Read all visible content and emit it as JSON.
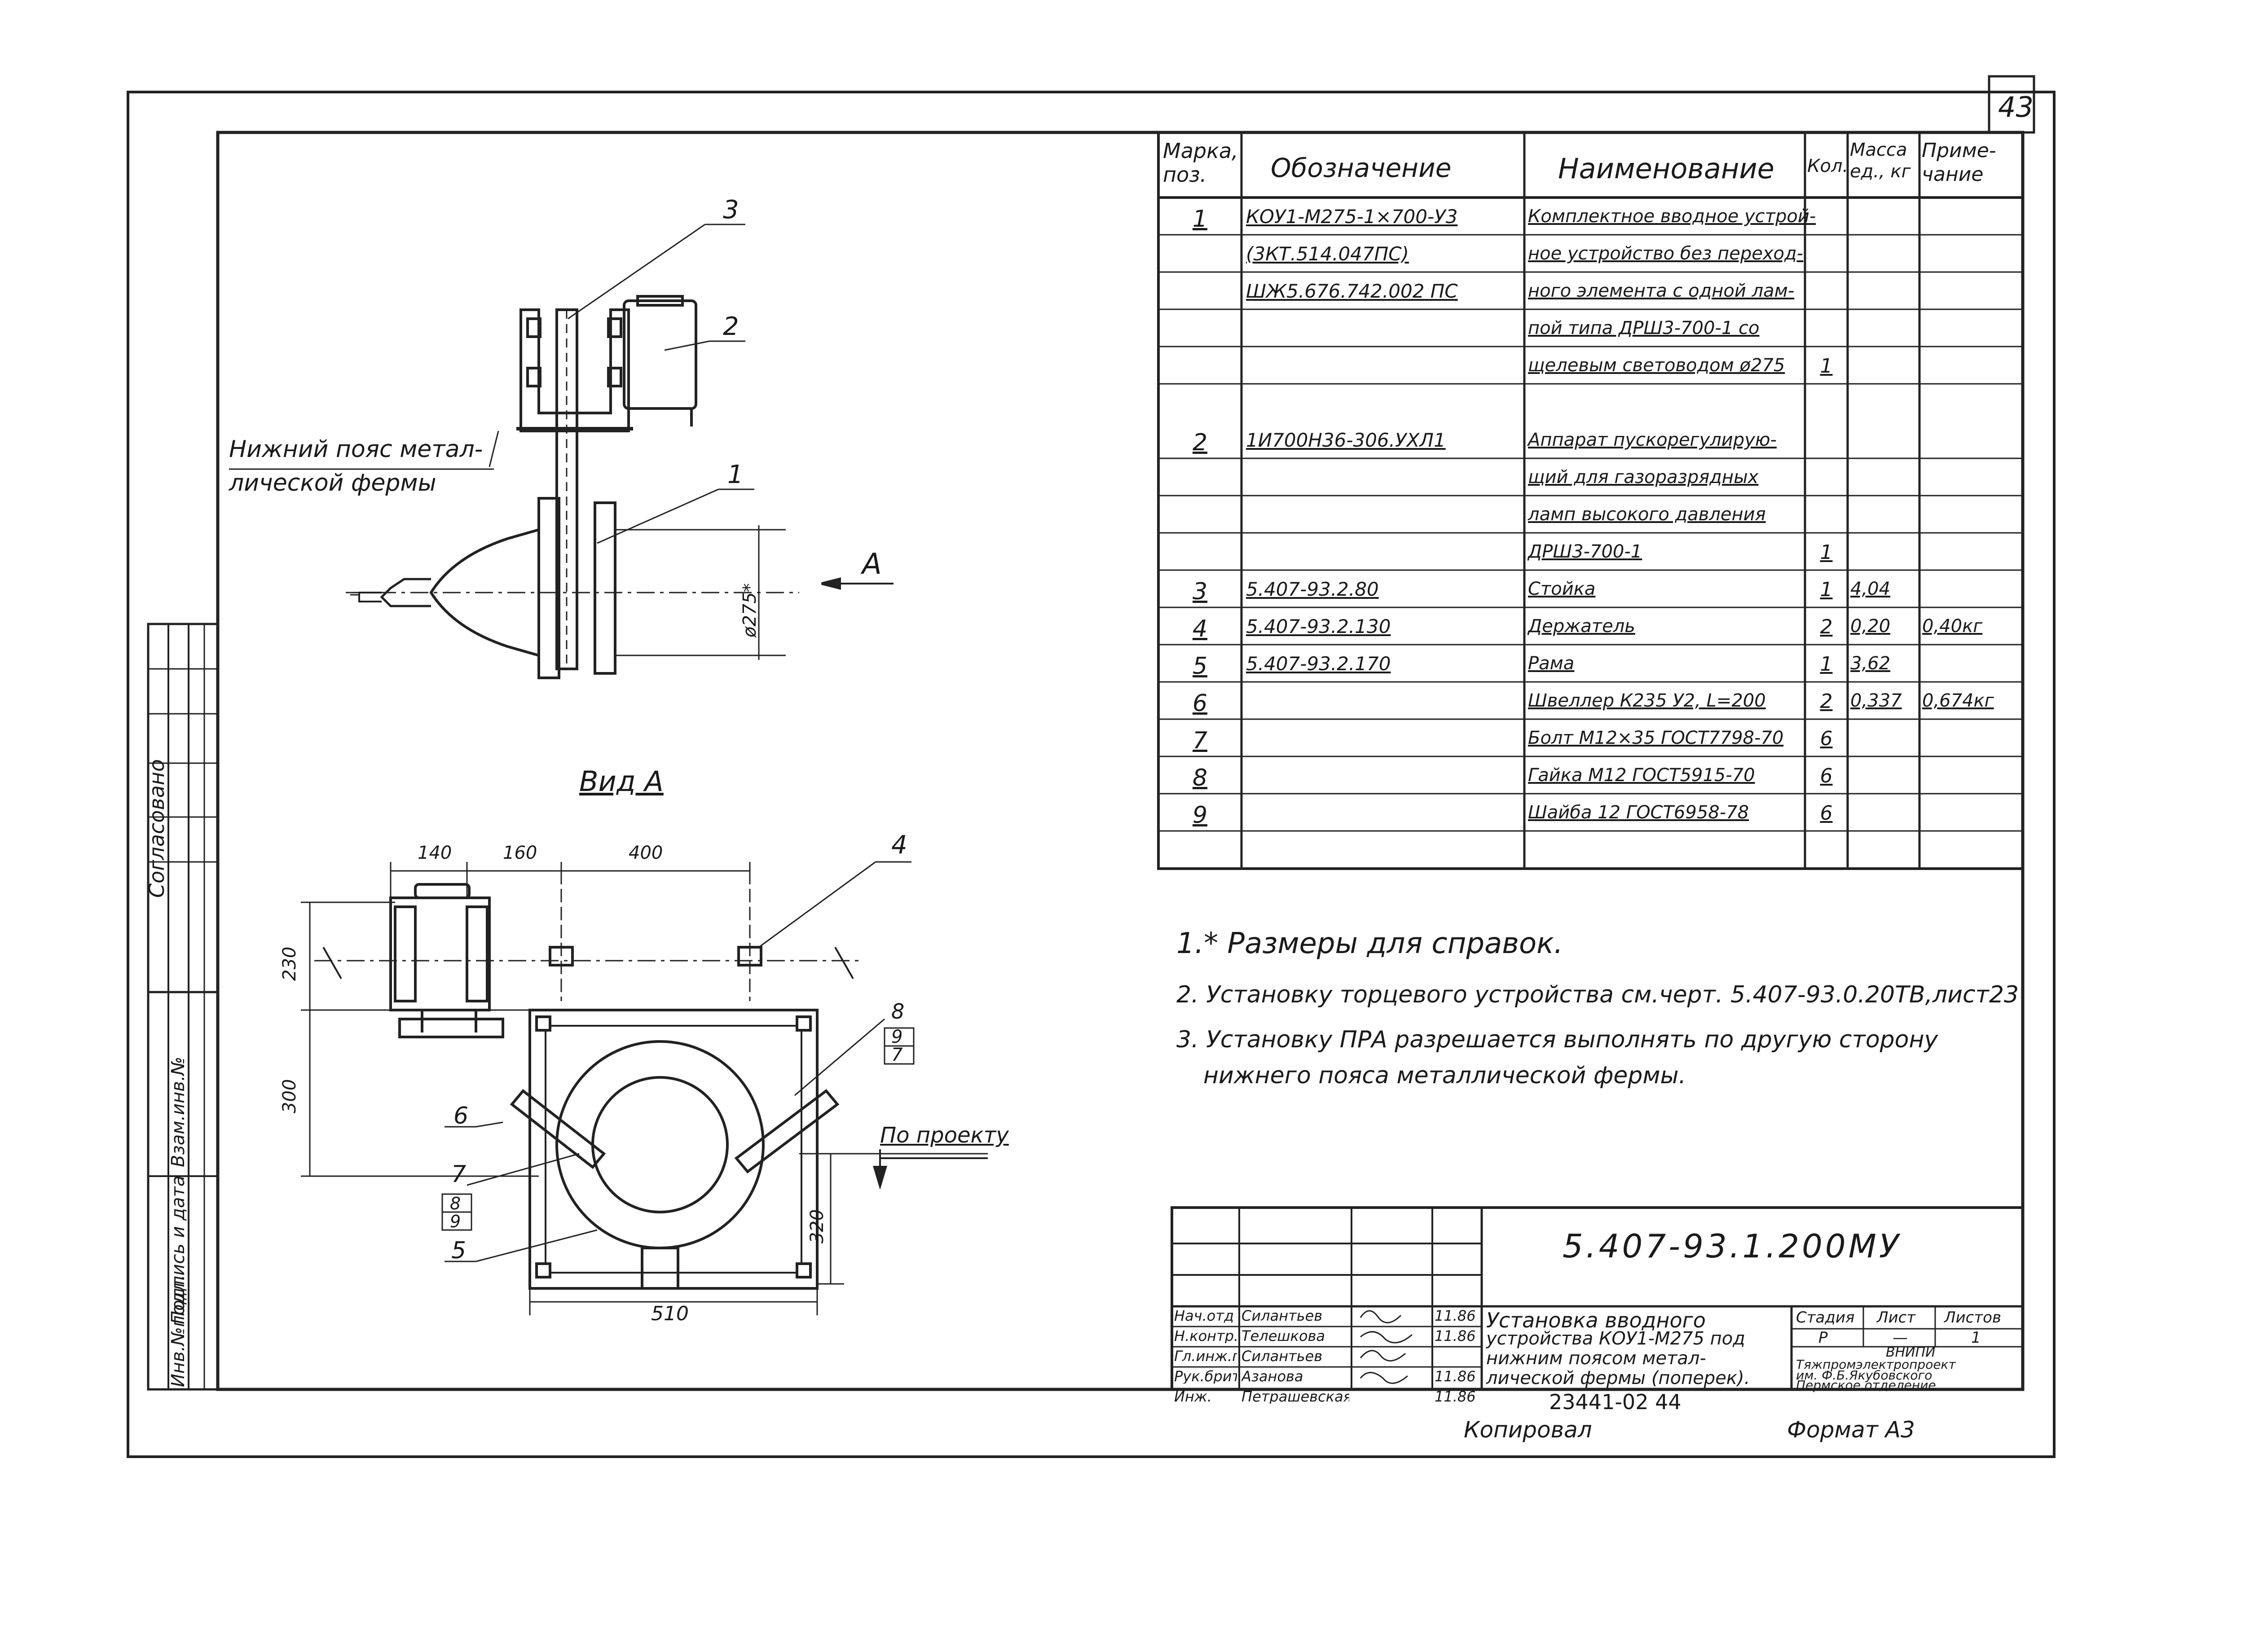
{
  "page_number": "43",
  "spec_table": {
    "headers": {
      "mark": "Марка, поз.",
      "designation": "Обозначение",
      "name": "Наименование",
      "qty": "Кол.",
      "mass": "Масса ед., кг",
      "note": "Приме-чание"
    },
    "rows": [
      {
        "mark": "1",
        "designation_lines": [
          "КОУ1-М275-1×700-У3",
          "(3КТ.514.047ПС)",
          "ШЖ5.676.742.002 ПС"
        ],
        "name_lines": [
          "Комплектное вводное устрой-",
          "ное устройство без переход-",
          "ного элемента с одной лам-",
          "пой типа ДРШ3-700-1 со",
          "щелевым световодом ø275"
        ],
        "qty": "1",
        "mass": "",
        "note": ""
      },
      {
        "mark": "2",
        "designation_lines": [
          "1И700Н36-306.УХЛ1"
        ],
        "name_lines": [
          "Аппарат пускорегулирую-",
          "щий для газоразрядных",
          "ламп высокого давления",
          "ДРШ3-700-1"
        ],
        "qty": "1",
        "mass": "",
        "note": ""
      },
      {
        "mark": "3",
        "designation_lines": [
          "5.407-93.2.80"
        ],
        "name_lines": [
          "Стойка"
        ],
        "qty": "1",
        "mass": "4,04",
        "note": ""
      },
      {
        "mark": "4",
        "designation_lines": [
          "5.407-93.2.130"
        ],
        "name_lines": [
          "Держатель"
        ],
        "qty": "2",
        "mass": "0,20",
        "note": "0,40кг"
      },
      {
        "mark": "5",
        "designation_lines": [
          "5.407-93.2.170"
        ],
        "name_lines": [
          "Рама"
        ],
        "qty": "1",
        "mass": "3,62",
        "note": ""
      },
      {
        "mark": "6",
        "designation_lines": [
          ""
        ],
        "name_lines": [
          "Швеллер К235 У2, L=200"
        ],
        "qty": "2",
        "mass": "0,337",
        "note": "0,674кг"
      },
      {
        "mark": "7",
        "designation_lines": [
          ""
        ],
        "name_lines": [
          "Болт М12×35 ГОСТ7798-70"
        ],
        "qty": "6",
        "mass": "",
        "note": ""
      },
      {
        "mark": "8",
        "designation_lines": [
          ""
        ],
        "name_lines": [
          "Гайка М12 ГОСТ5915-70"
        ],
        "qty": "6",
        "mass": "",
        "note": ""
      },
      {
        "mark": "9",
        "designation_lines": [
          ""
        ],
        "name_lines": [
          "Шайба 12 ГОСТ6958-78"
        ],
        "qty": "6",
        "mass": "",
        "note": ""
      }
    ]
  },
  "notes": [
    "1.* Размеры для справок.",
    "2. Установку торцевого устройства см.черт. 5.407-93.0.20ТВ,лист23",
    "3. Установку ПРА разрешается выполнять по другую сторону",
    "нижнего пояса металлической фермы."
  ],
  "drawing": {
    "callout_lower_chord": [
      "Нижний пояс метал-",
      "лической фермы"
    ],
    "view_label": "Вид А",
    "section_letter": "А",
    "by_project": "По проекту",
    "dim_275": "ø275*",
    "dims_top": [
      "140",
      "160",
      "400"
    ],
    "dim_230": "230",
    "dim_300": "300",
    "dim_320": "320",
    "dim_510": "510",
    "pos_top": [
      "3",
      "2",
      "1"
    ],
    "pos_view": [
      "4",
      "8",
      "9",
      "7",
      "6",
      "7",
      "8",
      "9",
      "5"
    ]
  },
  "side_stamp": {
    "agreed": "Согласовано",
    "inv_orig": "Инв.№подл.",
    "sign_date": "Подпись и дата",
    "replace_inv": "Взам.инв.№"
  },
  "title_block": {
    "code": "5.407-93.1.200МУ",
    "title_lines": [
      "Установка вводного",
      "устройства КОУ1-М275 под",
      "нижним поясом метал-",
      "лической фермы (поперек)."
    ],
    "roles": [
      {
        "role": "Нач.отд",
        "name": "Силантьев",
        "date": "11.86"
      },
      {
        "role": "Н.контр.",
        "name": "Телешкова",
        "date": "11.86"
      },
      {
        "role": "Гл.инж.пр.",
        "name": "Силантьев",
        "date": ""
      },
      {
        "role": "Рук.брит.",
        "name": "Азанова",
        "date": "11.86"
      },
      {
        "role": "Инж.",
        "name": "Петрашевская",
        "date": "11.86"
      }
    ],
    "stage_label": "Стадия",
    "sheet_label": "Лист",
    "sheets_label": "Листов",
    "stage_value": "Р",
    "sheet_value": "—",
    "sheets_value": "1",
    "org_lines": [
      "ВНИПИ",
      "Тяжпромэлектропроект",
      "им. Ф.Б.Якубовского",
      "Пермское отделение"
    ]
  },
  "footer": {
    "archive_no": "23441-02 44",
    "copied": "Копировал",
    "format": "Формат А3"
  }
}
